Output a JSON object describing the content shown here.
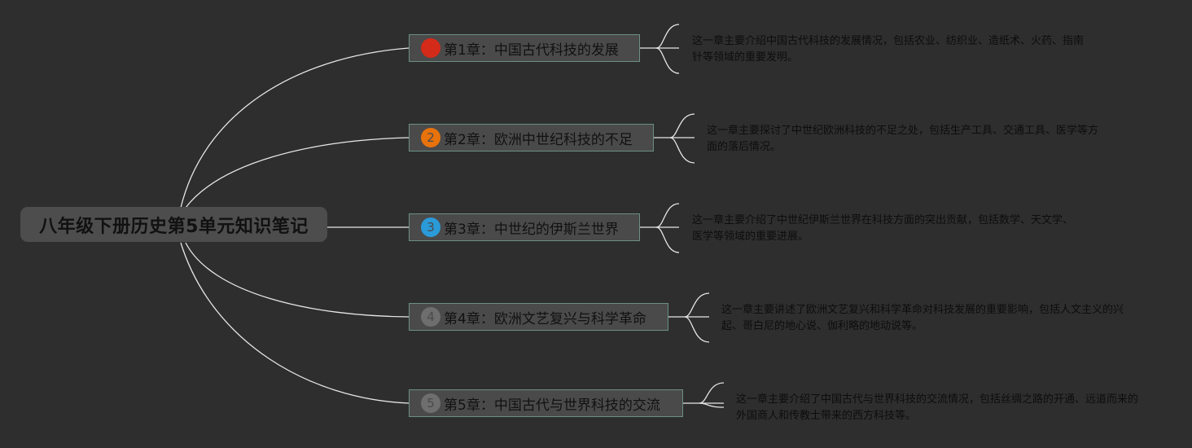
{
  "root": {
    "title": "八年级下册历史第5单元知识笔记"
  },
  "chapters": [
    {
      "number": "1",
      "label": "第1章：中国古代科技的发展",
      "badge_color": "#d42a1a",
      "badge_text_color": "#d42a1a",
      "description": "这一章主要介绍中国古代科技的发展情况，包括农业、纺织业、造纸术、火药、指南针等领域的重要发明。"
    },
    {
      "number": "2",
      "label": "第2章：欧洲中世纪科技的不足",
      "badge_color": "#e8720c",
      "badge_text_color": "#4a4a4a",
      "description": "这一章主要探讨了中世纪欧洲科技的不足之处，包括生产工具、交通工具、医学等方面的落后情况。"
    },
    {
      "number": "3",
      "label": "第3章：中世纪的伊斯兰世界",
      "badge_color": "#2b9ad8",
      "badge_text_color": "#4a4a4a",
      "description": "这一章主要介绍了中世纪伊斯兰世界在科技方面的突出贡献，包括数学、天文学、医学等领域的重要进展。"
    },
    {
      "number": "4",
      "label": "第4章：欧洲文艺复兴与科学革命",
      "badge_color": "#6e6e6e",
      "badge_text_color": "#4a4a4a",
      "description": "这一章主要讲述了欧洲文艺复兴和科学革命对科技发展的重要影响，包括人文主义的兴起、哥白尼的地心说、伽利略的地动说等。"
    },
    {
      "number": "5",
      "label": "第5章：中国古代与世界科技的交流",
      "badge_color": "#6e6e6e",
      "badge_text_color": "#4a4a4a",
      "description": "这一章主要介绍了中国古代与世界科技的交流情况，包括丝绸之路的开通、远道而来的外国商人和传教士带来的西方科技等。"
    }
  ],
  "colors": {
    "background": "#2e2e2e",
    "connector": "#e6e6e6",
    "node_fill": "#4a4a4a",
    "node_border": "#6a8f84"
  }
}
